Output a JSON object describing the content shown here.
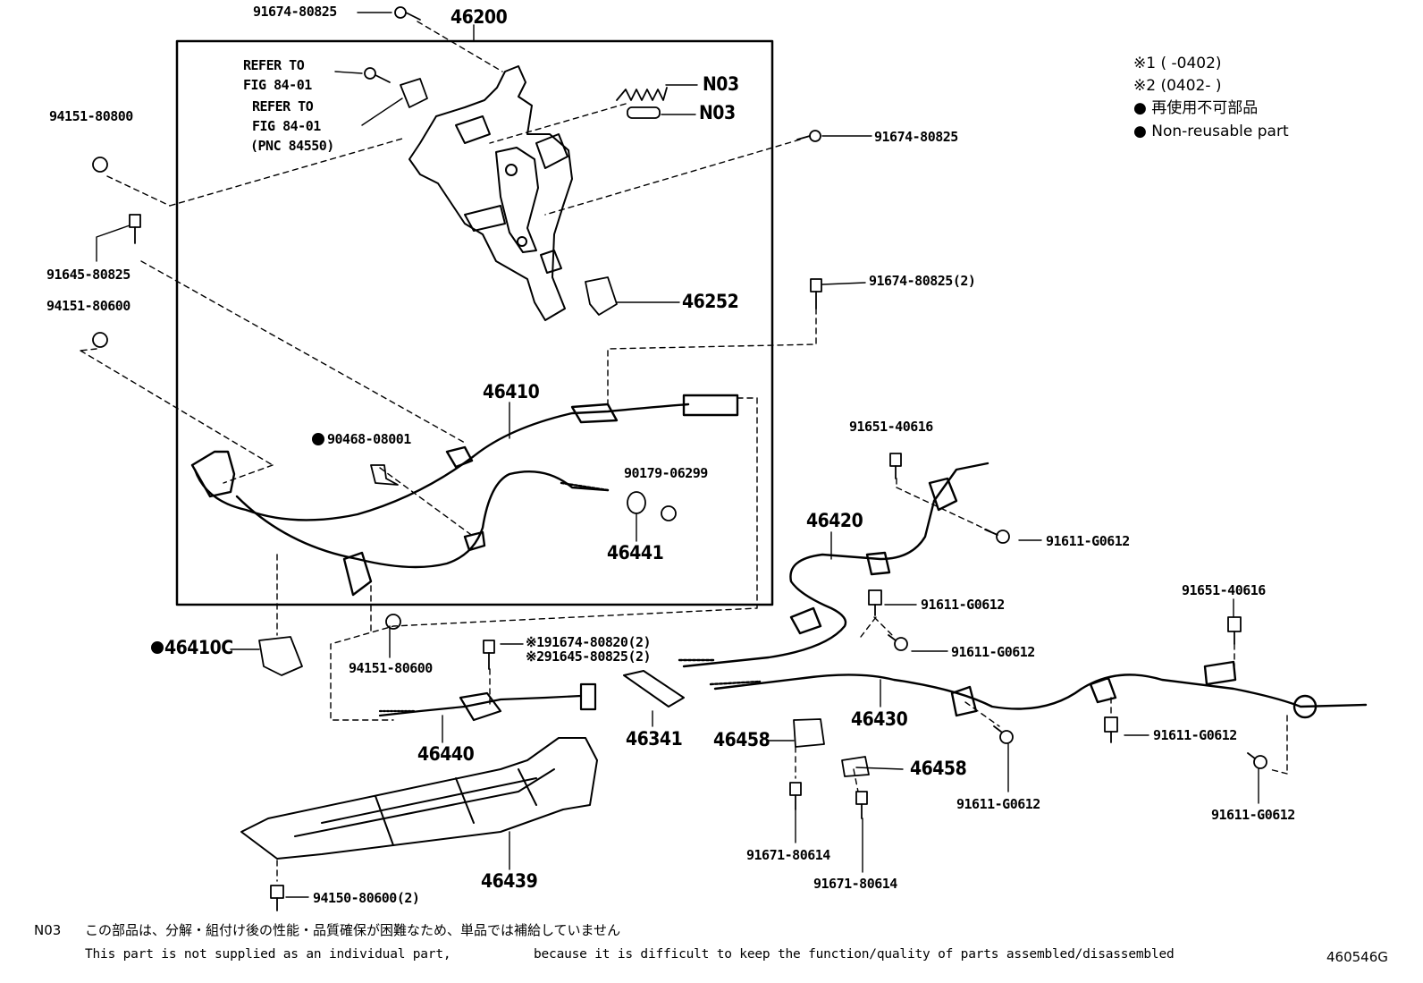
{
  "labels": {
    "bolt_top": "91674-80825",
    "lever_assy": "46200",
    "refer_a_1": "REFER TO",
    "refer_a_2": "FIG 84-01",
    "refer_b_1": "REFER TO",
    "refer_b_2": "FIG 84-01",
    "refer_b_3": "(PNC 84550)",
    "n03_spring": "N03",
    "n03_pin": "N03",
    "bolt_right": "91674-80825",
    "nut_upper": "94151-80800",
    "bolt_left": "91645-80825",
    "nut_left": "94151-80600",
    "cover_46252": "46252",
    "bolt_2": "91674-80825(2)",
    "cable_46410": "46410",
    "clip_90468": "90468-08001",
    "washer_90179": "90179-06299",
    "grommet_46441": "46441",
    "cable_46410c": "46410C",
    "nut_lower": "94151-80600",
    "bolt_alt_1": "※191674-80820(2)",
    "bolt_alt_2": "※291645-80825(2)",
    "equalizer_46440": "46440",
    "bracket_46341": "46341",
    "cover_46439": "46439",
    "bolt_bottom": "94150-80600(2)",
    "bolt_91651_a": "91651-40616",
    "cable_46420": "46420",
    "bolt_91611_a": "91611-G0612",
    "bolt_91611_b": "91611-G0612",
    "bolt_91611_c": "91611-G0612",
    "cable_46430": "46430",
    "bolt_91651_b": "91651-40616",
    "bolt_91611_d": "91611-G0612",
    "bolt_91611_e": "91611-G0612",
    "bolt_91611_f": "91611-G0612",
    "clamp_46458_a": "46458",
    "clamp_46458_b": "46458",
    "bolt_91671_a": "91671-80614",
    "bolt_91671_b": "91671-80614"
  },
  "legend": {
    "mark1": "※1 (      -0402)",
    "mark2": "※2 (0402-      )",
    "nonreuse_jp": "● 再使用不可部品",
    "nonreuse_en": "● Non-reusable part"
  },
  "footer": {
    "note_code": "N03",
    "note_jp": "この部品は、分解・組付け後の性能・品質確保が困難なため、単品では補給していません",
    "note_en_1": "This part is not supplied as an individual part,",
    "note_en_2": "because it is difficult to keep the function/quality of parts assembled/disassembled",
    "figure_id": "460546G"
  },
  "symbols": {
    "nonreuse_dot": "●"
  }
}
